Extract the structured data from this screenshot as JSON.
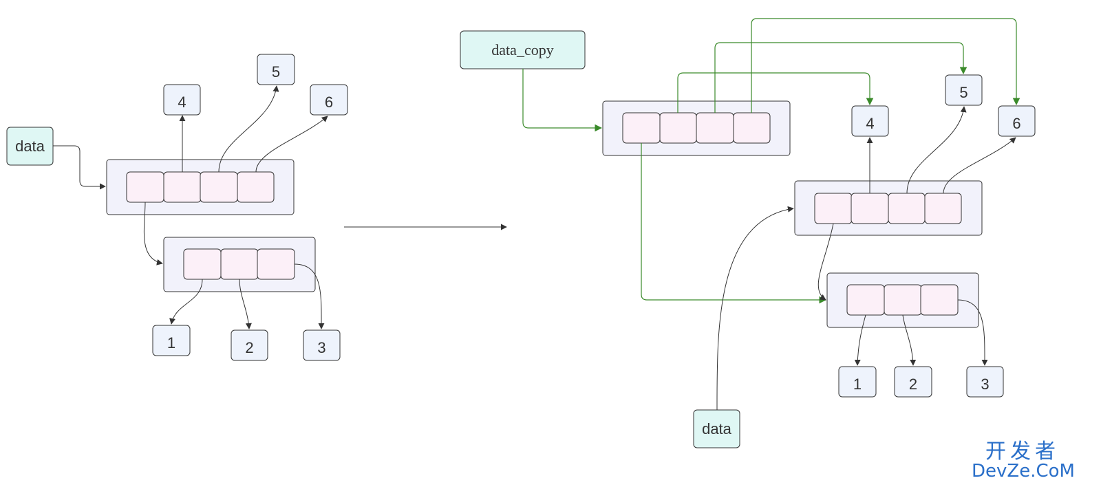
{
  "diagram": {
    "before": {
      "variable": "data",
      "values": [
        "1",
        "2",
        "3",
        "4",
        "5",
        "6"
      ]
    },
    "after": {
      "copy_variable": "data_copy",
      "variable": "data",
      "values": [
        "1",
        "2",
        "3",
        "4",
        "5",
        "6"
      ]
    }
  },
  "watermark": {
    "chinese": "开发者",
    "english": "DevZe.CoM"
  },
  "colors": {
    "var_fill": "#dff7f4",
    "num_fill": "#eef3fc",
    "container_fill": "#f2f2fb",
    "cell_fill": "#fcf0f8",
    "stroke": "#333333",
    "copy_arrow": "#3a8a2a",
    "watermark": "#2a6fc9"
  }
}
